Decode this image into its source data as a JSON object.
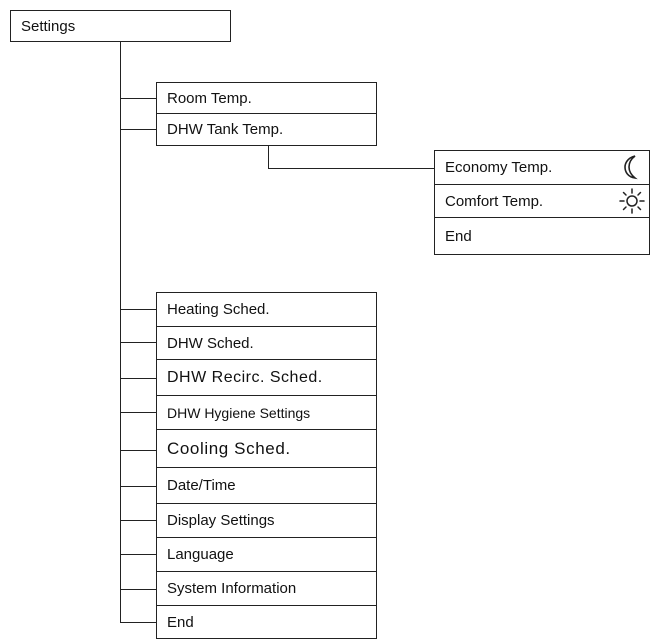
{
  "root": {
    "label": "Settings"
  },
  "group_top": {
    "items": [
      {
        "label": "Room Temp."
      },
      {
        "label": "DHW Tank Temp."
      }
    ]
  },
  "submenu": {
    "items": [
      {
        "label": "Economy Temp.",
        "icon": "moon-icon"
      },
      {
        "label": "Comfort Temp.",
        "icon": "sun-icon"
      },
      {
        "label": "End"
      }
    ]
  },
  "group_bottom": {
    "items": [
      {
        "label": "Heating Sched."
      },
      {
        "label": "DHW Sched."
      },
      {
        "label": "DHW Recirc. Sched."
      },
      {
        "label": "DHW Hygiene Settings"
      },
      {
        "label": "Cooling Sched."
      },
      {
        "label": "Date/Time"
      },
      {
        "label": "Display Settings"
      },
      {
        "label": "Language"
      },
      {
        "label": "System Information"
      },
      {
        "label": "End"
      }
    ]
  }
}
